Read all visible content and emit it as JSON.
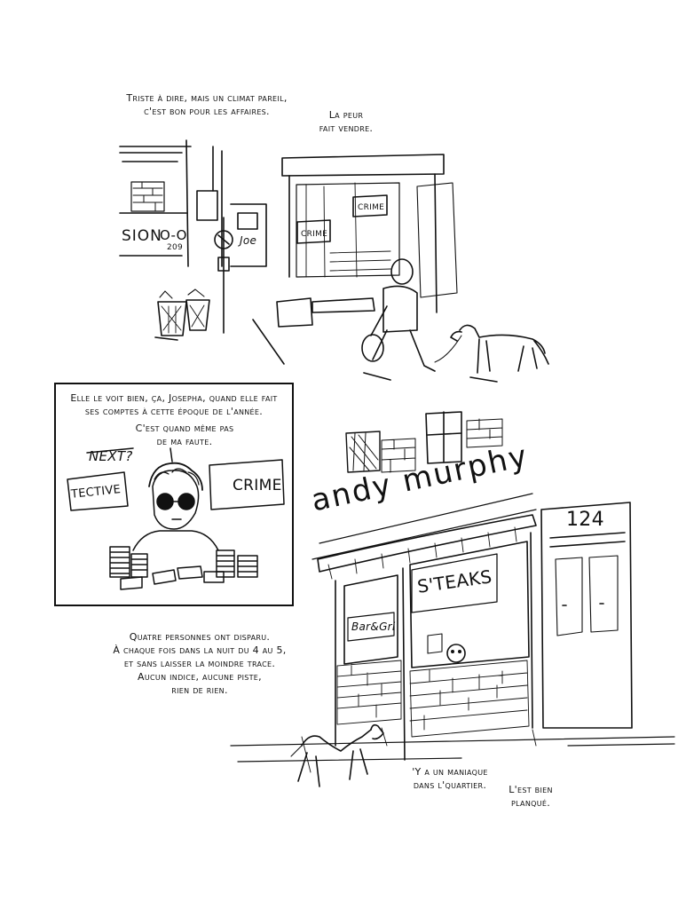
{
  "panel1": {
    "narration": [
      "Triste à dire, mais un climat pareil,",
      "c'est bon pour les affaires."
    ],
    "speech": [
      "La peur",
      "fait vendre."
    ],
    "signs": {
      "store_left": "SION",
      "store_number": "209",
      "glasses_sign": "O-O",
      "joe": "Joe",
      "crime_1": "CRIME",
      "crime_2": "CRIME"
    }
  },
  "panel2": {
    "narration": [
      "Elle le voit bien, ça, Josepha, quand elle fait",
      "ses comptes à cette époque de l'année."
    ],
    "speech": [
      "C'est quand même pas",
      "de ma faute."
    ],
    "headlines": {
      "next": "NEXT?",
      "tective": "TECTIVE",
      "crime": "CRIME"
    }
  },
  "panel3": {
    "narration": [
      "Quatre personnes ont disparu.",
      "À chaque fois dans la nuit du 4 au 5,",
      "et sans laisser la moindre trace.",
      "Aucun indice, aucune piste,",
      "rien de rien."
    ],
    "speech_1": [
      "'Y a un maniaque",
      "dans l'quartier."
    ],
    "speech_2": [
      "L'est bien",
      "planqué."
    ],
    "signs": {
      "shop_name": "andy murphy",
      "steaks": "S'TEAKS",
      "bar": "Bar&Gri",
      "number": "124"
    }
  }
}
